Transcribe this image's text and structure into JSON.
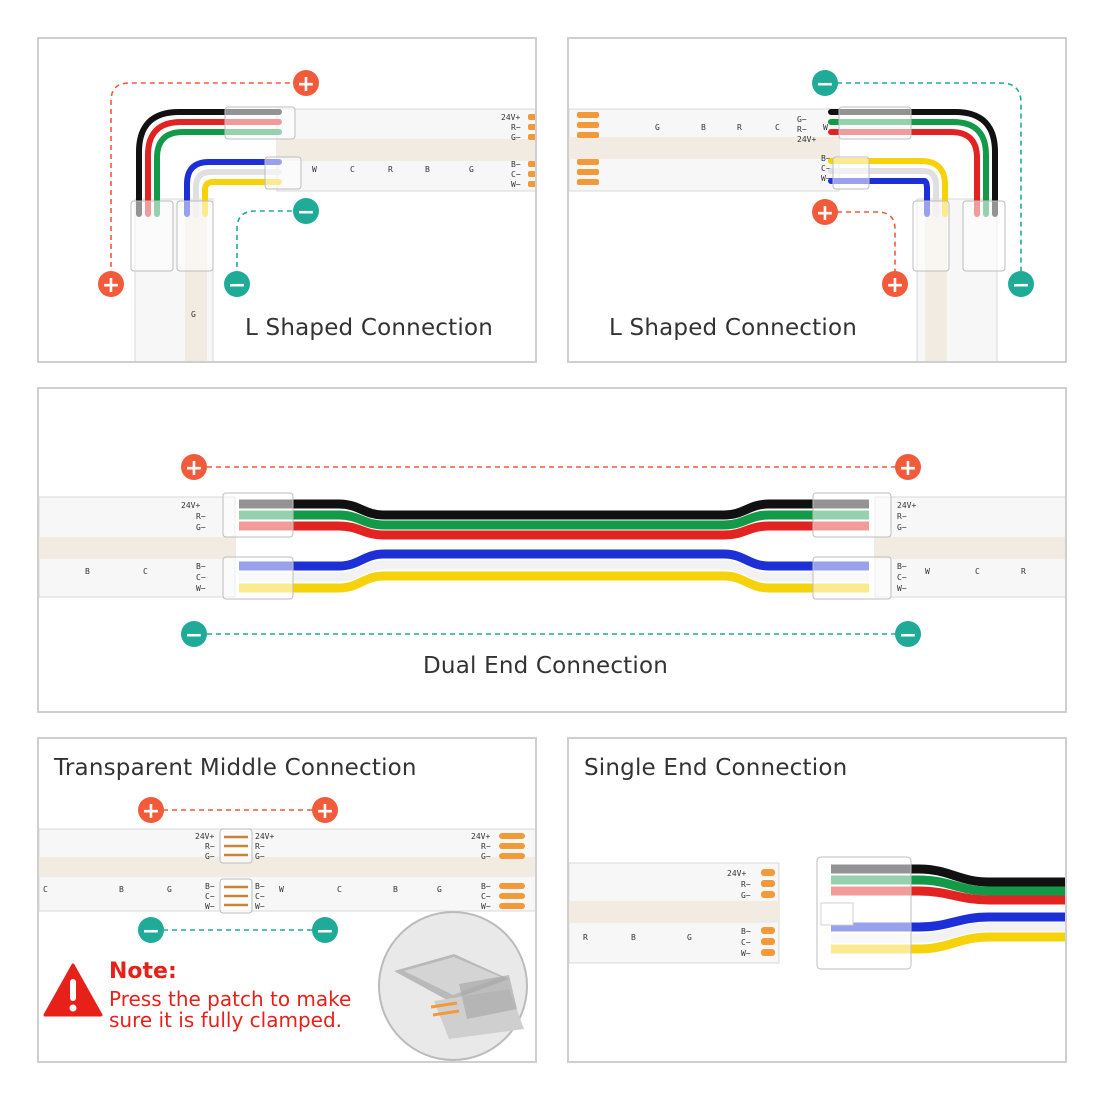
{
  "colors": {
    "positive": "#f15a3a",
    "negative": "#1fab98",
    "wire_black": "#111111",
    "wire_red": "#e32222",
    "wire_green": "#139a48",
    "wire_blue": "#1d2fd6",
    "wire_white": "#f2f2f2",
    "wire_yellow": "#f5d20a",
    "pad": "#f29a3a",
    "note": "#e8201a"
  },
  "symbols": {
    "plus": "+",
    "minus": "−"
  },
  "pin_labels": {
    "v24": "24V+",
    "r": "R−",
    "g": "G−",
    "b": "B−",
    "c": "C−",
    "w": "W−"
  },
  "strip_marks": {
    "w": "W",
    "c": "C",
    "r": "R",
    "b": "B",
    "g": "G"
  },
  "panels": {
    "l_shaped_1": {
      "title": "L Shaped Connection"
    },
    "l_shaped_2": {
      "title": "L Shaped Connection"
    },
    "dual_end": {
      "title": "Dual End Connection"
    },
    "transparent_middle": {
      "title": "Transparent Middle Connection",
      "note_title": "Note:",
      "note_text": "Press the patch to make sure it is fully clamped."
    },
    "single_end": {
      "title": "Single End Connection"
    }
  }
}
